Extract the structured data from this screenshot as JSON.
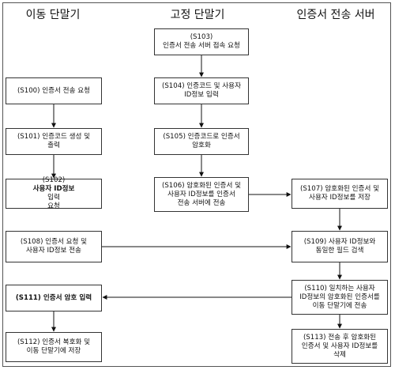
{
  "lanes": {
    "mobile": "이동 단말기",
    "fixed": "고정 단말기",
    "server": "인증서 전송 서버"
  },
  "steps": {
    "s103": "(S103)\n인증서 전송 서버 접속 요청",
    "s100": "(S100) 인증서 전송 요청",
    "s104": "(S104) 인증코드 및 사용자\nID정보 입력",
    "s101": "(S101) 인증코드 생성 및\n출력",
    "s105": "(S105) 인증코드로 인증서\n암호화",
    "s102_prefix": "(S102) ",
    "s102_bold": "사용자 ID정보",
    "s102_rest": " 입력\n요청",
    "s106": "(S106) 암호화된 인증서 및\n사용자 ID정보를 인증서\n전송 서버에 전송",
    "s107": "(S107) 암호화된 인증서 및\n사용자 ID정보를 저장",
    "s108": "(S108) 인증서 요청 및\n사용자 ID정보 전송",
    "s109": "(S109) 사용자 ID정보와\n동일한 필드 검색",
    "s110": "(S110) 일치하는 사용자\nID정보의 암호화된 인증서를\n이동 단말기에 전송",
    "s111": "(S111) 인증서 암호 입력",
    "s112": "(S112) 인증서 복호화 및\n이동 단말기에 저장",
    "s113": "(S113) 전송 후 암호화된\n인증서 및 사용자 ID정보를\n삭제"
  }
}
